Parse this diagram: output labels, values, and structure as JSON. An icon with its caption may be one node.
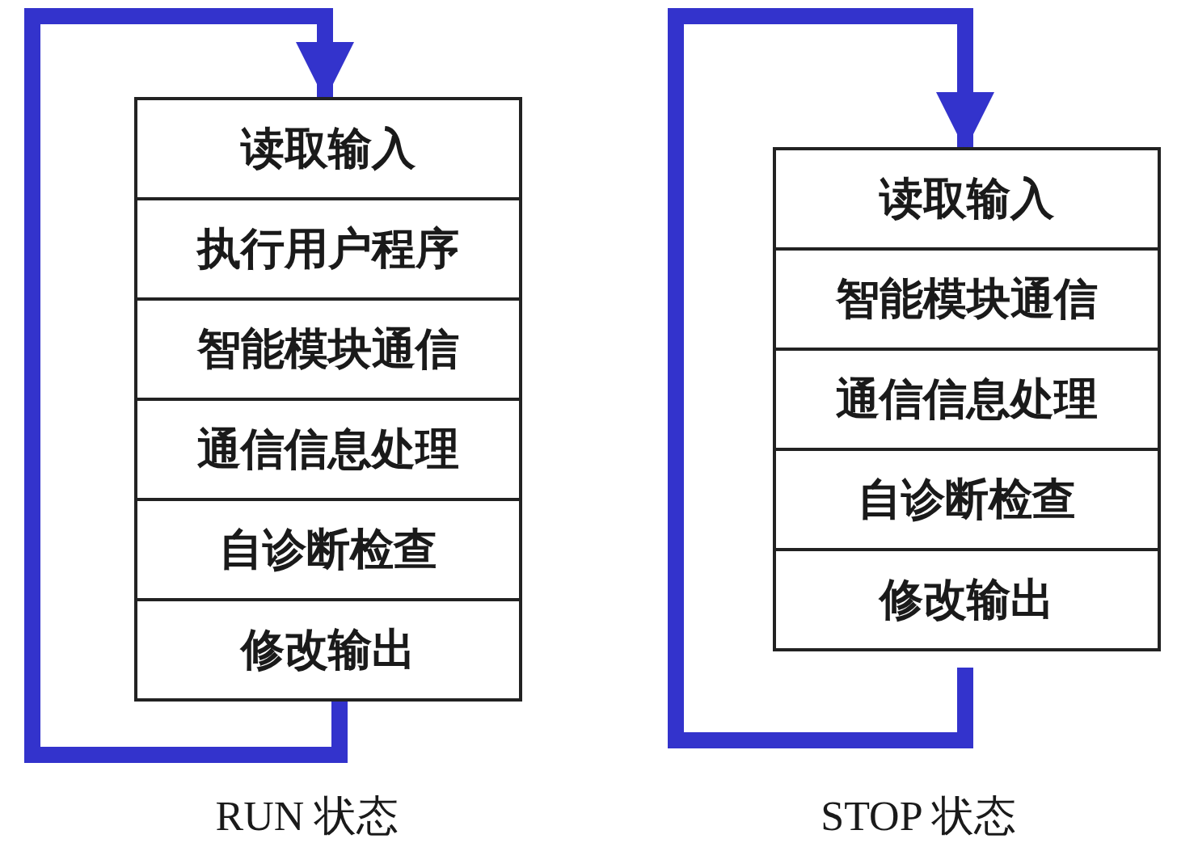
{
  "diagram": {
    "nodes": [
      {
        "text": [
          "读取输入"
        ]
      },
      {
        "text": [
          "执行用户程序"
        ]
      },
      {
        "text": [
          "智能模块通信"
        ]
      },
      {
        "text": [
          "通信信息处理"
        ]
      },
      {
        "text": [
          "自诊断检查"
        ]
      },
      {
        "text": [
          "修改输出"
        ]
      },
      {
        "text": [
          "读取输入"
        ]
      },
      {
        "text": [
          "智能模块通信"
        ]
      },
      {
        "text": [
          "通信信息处理"
        ]
      },
      {
        "text": [
          "自诊断检查"
        ]
      },
      {
        "text": [
          "修改输出"
        ]
      }
    ],
    "edges": [
      {
        "from": 5,
        "to": 0,
        "arrow": "to"
      },
      {
        "from": 10,
        "to": 6,
        "arrow": "to"
      }
    ],
    "labels": [
      "RUN 状态",
      "STOP 状态"
    ]
  }
}
